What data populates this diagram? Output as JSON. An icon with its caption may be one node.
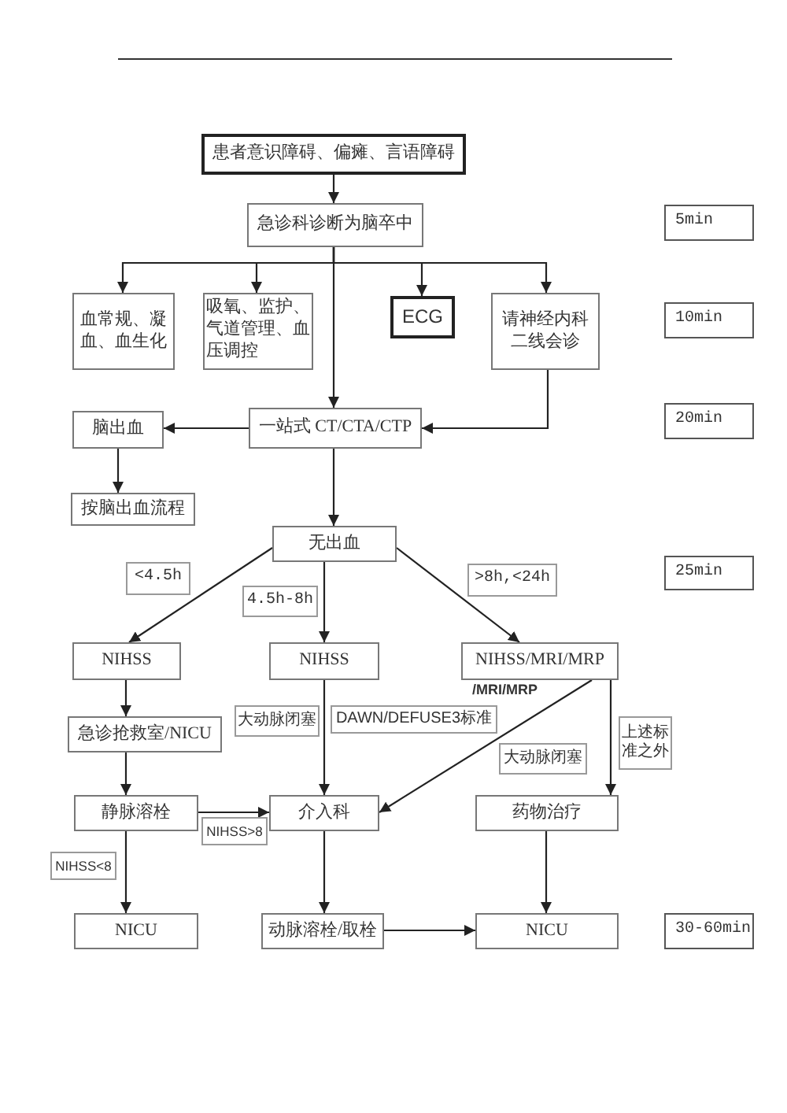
{
  "diagram": {
    "nodes": [
      {
        "text": [
          "患者意识障碍、偏瘫、言语障碍"
        ]
      },
      {
        "text": [
          "急诊科诊断为脑卒中"
        ]
      },
      {
        "text": [
          "5min"
        ]
      },
      {
        "text": [
          "血常规、凝血、血生化"
        ]
      },
      {
        "text": [
          "吸氧、监护、气道管理、血压调控"
        ]
      },
      {
        "text": [
          "ECG"
        ]
      },
      {
        "text": [
          "请神经内科二线会诊"
        ]
      },
      {
        "text": [
          "10min"
        ]
      },
      {
        "text": [
          "脑出血"
        ]
      },
      {
        "text": [
          "一站式 CT/CTA/CTP"
        ]
      },
      {
        "text": [
          "20min"
        ]
      },
      {
        "text": [
          "按脑出血流程"
        ]
      },
      {
        "text": [
          "无出血"
        ]
      },
      {
        "text": [
          "25min"
        ]
      },
      {
        "text": [
          "NIHSS"
        ]
      },
      {
        "text": [
          "NIHSS"
        ]
      },
      {
        "text": [
          "NIHSS/MRI/MRP"
        ]
      },
      {
        "text": [
          "急诊抢救室/NICU"
        ]
      },
      {
        "text": [
          "静脉溶栓"
        ]
      },
      {
        "text": [
          "介入科"
        ]
      },
      {
        "text": [
          "药物治疗"
        ]
      },
      {
        "text": [
          "NICU"
        ]
      },
      {
        "text": [
          "动脉溶栓/取栓"
        ]
      },
      {
        "text": [
          "NICU"
        ]
      },
      {
        "text": [
          "30-60min"
        ]
      }
    ],
    "edges": [
      {
        "from": 0,
        "to": 1,
        "arrow": "to"
      },
      {
        "from": 1,
        "to": 3,
        "arrow": "to"
      },
      {
        "from": 1,
        "to": 4,
        "arrow": "to"
      },
      {
        "from": 1,
        "to": 5,
        "arrow": "to"
      },
      {
        "from": 1,
        "to": 6,
        "arrow": "to"
      },
      {
        "from": 1,
        "to": 9,
        "arrow": "to"
      },
      {
        "from": 6,
        "to": 9,
        "arrow": "to"
      },
      {
        "from": 9,
        "to": 8,
        "arrow": "to"
      },
      {
        "from": 8,
        "to": 11,
        "arrow": "to"
      },
      {
        "from": 9,
        "to": 12,
        "arrow": "to"
      },
      {
        "from": 12,
        "to": 14,
        "arrow": "to",
        "label": "<4.5h"
      },
      {
        "from": 12,
        "to": 15,
        "arrow": "to",
        "label": "4.5h-8h"
      },
      {
        "from": 12,
        "to": 16,
        "arrow": "to",
        "label": ">8h,<24h"
      },
      {
        "from": 14,
        "to": 17,
        "arrow": "to"
      },
      {
        "from": 15,
        "to": 19,
        "arrow": "to",
        "label": "大动脉闭塞"
      },
      {
        "from": 16,
        "to": 19,
        "arrow": "to",
        "label": "DAWN/DEFUSE3标准"
      },
      {
        "from": 16,
        "to": 20,
        "arrow": "to",
        "label": "上述标准之外"
      },
      {
        "from": 17,
        "to": 18,
        "arrow": "to"
      },
      {
        "from": 18,
        "to": 19,
        "arrow": "to",
        "label": "NIHSS>8"
      },
      {
        "from": 18,
        "to": 21,
        "arrow": "to",
        "label": "NIHSS<8"
      },
      {
        "from": 19,
        "to": 22,
        "arrow": "to"
      },
      {
        "from": 22,
        "to": 23,
        "arrow": "to"
      },
      {
        "from": 20,
        "to": 23,
        "arrow": "to"
      }
    ],
    "labels": [
      "/MRI/MRP",
      "大动脉闭塞"
    ]
  }
}
